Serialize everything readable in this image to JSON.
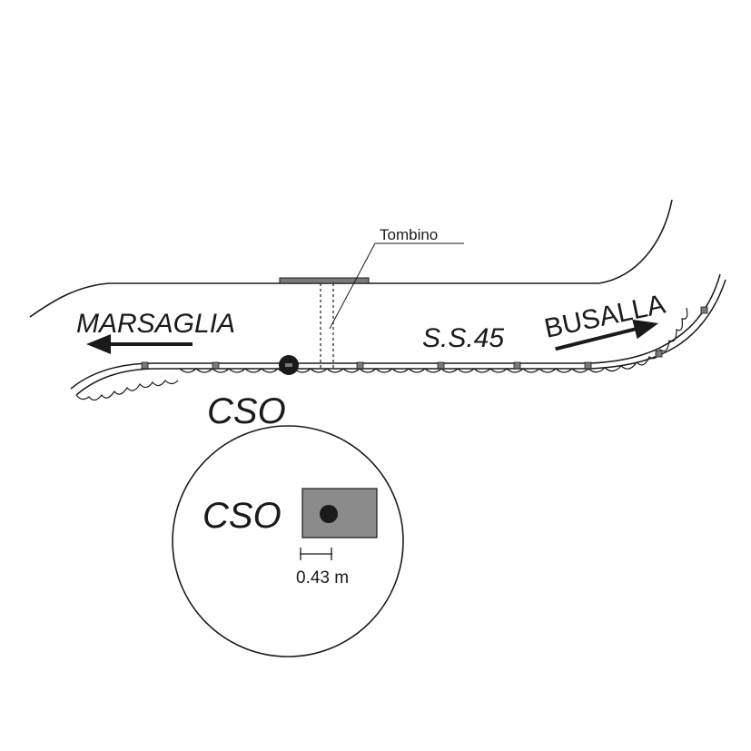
{
  "labels": {
    "tombino": "Tombino",
    "marsaglia": "MARSAGLIA",
    "busalla": "BUSALLA",
    "road": "S.S.45",
    "cso_main": "CSO",
    "cso_inset": "CSO",
    "scale": "0.43 m"
  },
  "colors": {
    "ink": "#1a1a1a",
    "manhole_fill": "#7a7a7a",
    "detail_box_fill": "#8a8a8a",
    "background": "#ffffff"
  },
  "icons": {
    "left_arrow": "arrow-left-icon",
    "right_arrow": "arrow-right-icon",
    "outfall_marker": "cso-outfall-icon"
  }
}
